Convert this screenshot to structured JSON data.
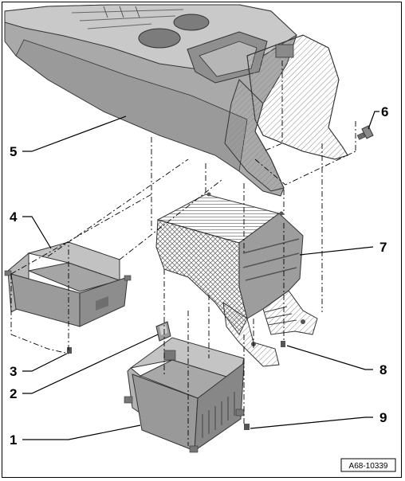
{
  "diagram": {
    "reference_code": "A68-10339",
    "callouts": [
      {
        "id": "1",
        "label": "1"
      },
      {
        "id": "2",
        "label": "2"
      },
      {
        "id": "3",
        "label": "3"
      },
      {
        "id": "4",
        "label": "4"
      },
      {
        "id": "5",
        "label": "5"
      },
      {
        "id": "6",
        "label": "6"
      },
      {
        "id": "7",
        "label": "7"
      },
      {
        "id": "8",
        "label": "8"
      },
      {
        "id": "9",
        "label": "9"
      }
    ]
  }
}
